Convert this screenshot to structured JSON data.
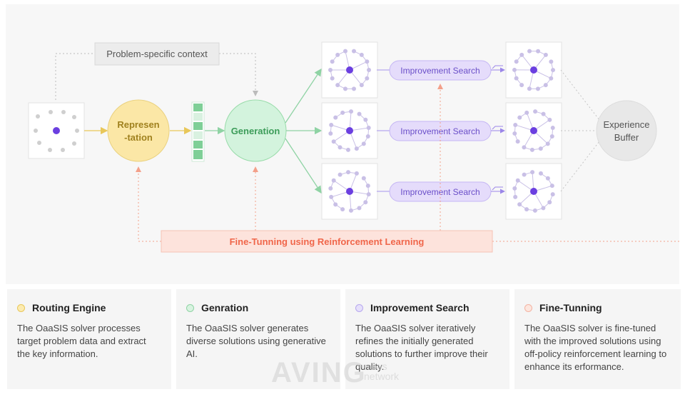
{
  "diagram": {
    "context_label": "Problem-specific context",
    "representation_label_1": "Represen",
    "representation_label_2": "-tation",
    "generation_label": "Generation",
    "improvement_labels": [
      "Improvement Search",
      "Improvement Search",
      "Improvement Search"
    ],
    "experience_label_1": "Experience",
    "experience_label_2": "Buffer",
    "finetune_label": "Fine-Tunning using Reinforcement Learning",
    "colors": {
      "representation": "#fbe7a6",
      "generation": "#d3f3dd",
      "improvement": "#e5dcfb",
      "finetune": "#fde3dc",
      "node": "#6b3fe0",
      "finetune_text": "#f0664a"
    }
  },
  "cards": [
    {
      "title": "Routing Engine",
      "text": "The OaaSIS solver processes target problem data and extract the key information.",
      "dot_fill": "#fcebb0",
      "dot_border": "#e8c75a"
    },
    {
      "title": "Genration",
      "text": "The OaaSIS solver generates diverse solutions using generative AI.",
      "dot_fill": "#d8f3e0",
      "dot_border": "#8fd3a4"
    },
    {
      "title": "Improvement Search",
      "text": "The OaaSIS solver iteratively refines the initially generated solutions to further improve their quality.",
      "dot_fill": "#e6e0fb",
      "dot_border": "#b6a7ee"
    },
    {
      "title": "Fine-Tunning",
      "text": "The OaaSIS solver is fine-tuned with the improved solutions using off-policy reinforcement learning to enhance its erformance.",
      "dot_fill": "#fde6de",
      "dot_border": "#f3b3a2"
    }
  ],
  "watermark": {
    "main": "AVING",
    "top": "news",
    "bottom": "network"
  }
}
